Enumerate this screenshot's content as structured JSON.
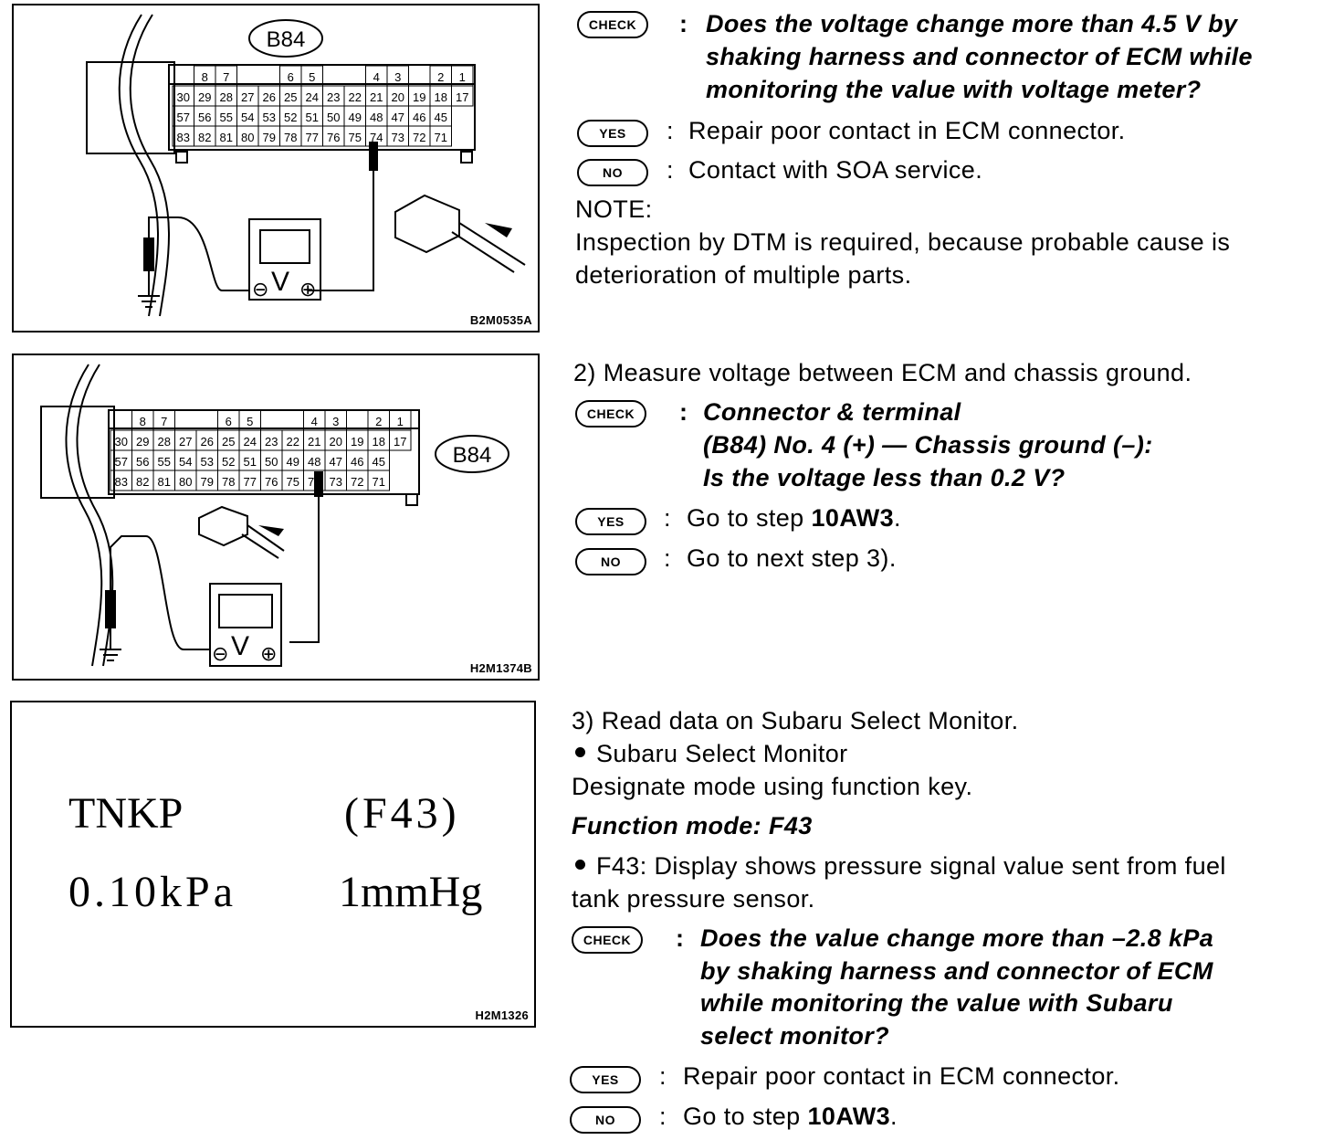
{
  "figures": {
    "fig1": {
      "code": "B2M0535A",
      "connector": "B84",
      "row0": [
        "8",
        "7",
        "6",
        "5",
        "4",
        "3",
        "2",
        "1"
      ],
      "row1": [
        "30",
        "29",
        "28",
        "27",
        "26",
        "25",
        "24",
        "23",
        "22",
        "21",
        "20",
        "19",
        "18",
        "17"
      ],
      "row2": [
        "57",
        "56",
        "55",
        "54",
        "53",
        "52",
        "51",
        "50",
        "49",
        "48",
        "47",
        "46",
        "45"
      ],
      "row3": [
        "83",
        "82",
        "81",
        "80",
        "79",
        "78",
        "77",
        "76",
        "75",
        "74",
        "73",
        "72",
        "71"
      ]
    },
    "fig2": {
      "code": "H2M1374B",
      "connector": "B84"
    },
    "fig3": {
      "code": "H2M1326",
      "lcd_label": "TNKP",
      "lcd_func": "(F43)",
      "lcd_kpa": "0.10kPa",
      "lcd_mmhg": "1mmHg"
    }
  },
  "badges": {
    "check": "CHECK",
    "yes": "YES",
    "no": "NO"
  },
  "section1": {
    "check_line1": "Does the voltage change more than 4.5 V by",
    "check_line2": "shaking harness and connector of ECM while",
    "check_line3": "monitoring the value with voltage meter?",
    "yes_text": "Repair poor contact in ECM connector.",
    "no_text": "Contact with SOA service.",
    "note_label": "NOTE:",
    "note_line1": "Inspection by DTM is required, because probable cause is",
    "note_line2": "deterioration of multiple parts."
  },
  "section2": {
    "heading": "2)  Measure voltage between ECM and chassis ground.",
    "check_line1": "Connector & terminal",
    "check_line2": "(B84) No. 4 (+) — Chassis ground (–):",
    "check_line3": "Is the voltage less than 0.2 V?",
    "yes_prefix": "Go to step ",
    "yes_step": "10AW3",
    "yes_suffix": ".",
    "no_text": "Go to next step 3)."
  },
  "section3": {
    "heading": "3)  Read data on Subaru Select Monitor.",
    "bullet1": "Subaru Select Monitor",
    "line_designate": "Designate mode using function key.",
    "function_mode": "Function mode: F43",
    "bullet2_line1": "F43: Display shows pressure signal value sent from fuel",
    "bullet2_line2": "tank pressure sensor.",
    "check_line1": "Does the value change more than –2.8 kPa",
    "check_line2": "by shaking harness and connector of ECM",
    "check_line3": "while monitoring the value with Subaru",
    "check_line4": "select monitor?",
    "yes_text": "Repair poor contact in ECM connector.",
    "no_prefix": "Go to step ",
    "no_step": "10AW3",
    "no_suffix": "."
  }
}
